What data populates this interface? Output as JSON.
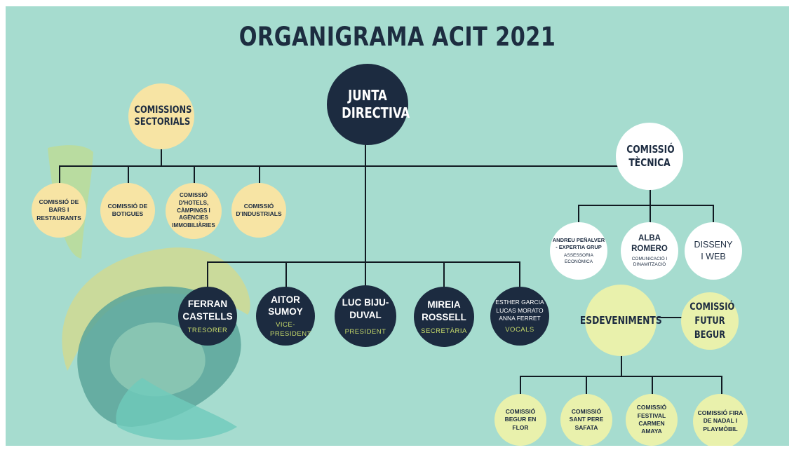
{
  "title": "ORGANIGRAMA ACIT 2021",
  "junta": "JUNTA DIRECTIVA",
  "comissions_sectorials": {
    "label": "COMISSIONS SECTORIALS",
    "items": [
      "COMISSIÓ DE BARS I RESTAURANTS",
      "COMISSIÓ DE BOTIGUES",
      "COMISSIÓ D'HOTELS, CÀMPINGS I AGÈNCIES IMMOBILIÀRIES",
      "COMISSIÓ D'INDUSTRIALS"
    ]
  },
  "comissio_tecnica": {
    "label": "COMISSIÓ TÈCNICA",
    "andreu": {
      "name": "ANDREU PEÑALVER - EXPERTIA GRUP",
      "role": "ASSESSORIA ECONÒMICA"
    },
    "alba": {
      "name": "ALBA ROMERO",
      "role": "COMUNICACIÓ I DINAMITZACIÓ"
    },
    "web": {
      "name": "DISSENY I WEB"
    }
  },
  "members": [
    {
      "name": "FERRAN CASTELLS",
      "role": "TRESORER"
    },
    {
      "name": "AITOR SUMOY",
      "role": "VICE-PRESIDENT"
    },
    {
      "name": "LUC BIJU-DUVAL",
      "role": "PRESIDENT"
    },
    {
      "name": "MIREIA ROSSELL",
      "role": "SECRETÀRIA"
    },
    {
      "name": "ESTHER GARCIA LUCAS MORATO ANNA FERRET",
      "role": "VOCALS"
    }
  ],
  "esdeveniments": {
    "label": "ESDEVENIMENTS",
    "futur": "COMISSIÓ FUTUR BEGUR",
    "items": [
      "COMISSIÓ BEGUR EN FLOR",
      "COMISSIÓ SANT PERE SAFATA",
      "COMISSIÓ FESTIVAL CARMEN AMAYA",
      "COMISSIÓ FIRA DE NADAL I PLAYMÒBIL"
    ]
  }
}
